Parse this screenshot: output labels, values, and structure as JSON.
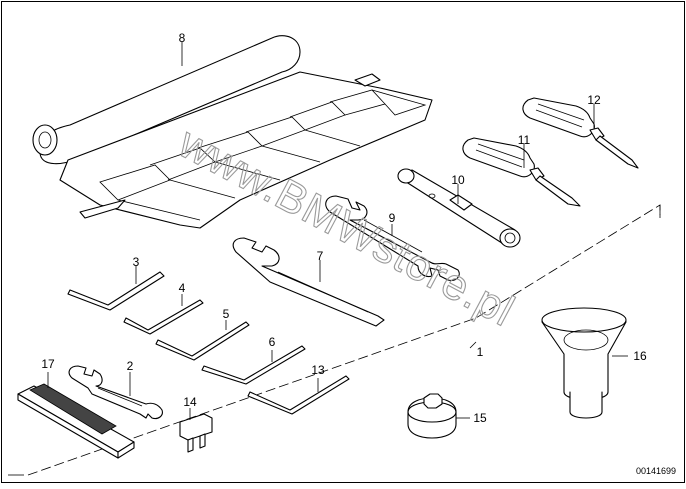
{
  "diagram": {
    "watermark": "www.BMWstore.pl",
    "document_number": "00141699",
    "callouts": {
      "c1": "1",
      "c2": "2",
      "c3": "3",
      "c4": "4",
      "c5": "5",
      "c6": "6",
      "c7": "7",
      "c8": "8",
      "c9": "9",
      "c10": "10",
      "c11": "11",
      "c12": "12",
      "c13": "13",
      "c14": "14",
      "c15": "15",
      "c16": "16",
      "c17": "17"
    },
    "parts": {
      "p2": "open-end-wrench-small",
      "p3": "hex-key",
      "p4": "hex-key",
      "p5": "hex-key",
      "p6": "hex-key",
      "p7": "open-end-wrench-long",
      "p8": "tool-roll-bag",
      "p9": "combination-wrench",
      "p10": "box-spanner-tube",
      "p11": "screwdriver",
      "p12": "screwdriver",
      "p13": "hex-key",
      "p14": "fuse-puller",
      "p15": "socket-adapter",
      "p16": "suction-cup",
      "p17": "tool-tray-insert"
    }
  }
}
